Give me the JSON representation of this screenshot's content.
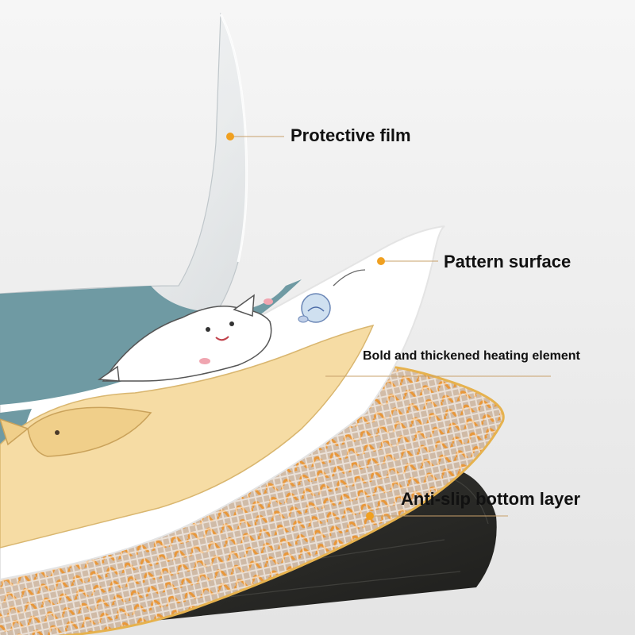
{
  "callouts": {
    "protective_film": "Protective film",
    "pattern_surface": "Pattern surface",
    "heating_element": "Bold and thickened heating element",
    "anti_slip_bottom": "Anti-slip bottom layer"
  },
  "colors": {
    "background": "#f1f1f1",
    "accent_dot": "#f0a020",
    "pattern_teal": "#6f9aa3",
    "pattern_cream": "#f6dca4",
    "heating_orange": "#e8973a",
    "bottom_layer": "#262624"
  },
  "icons": [
    "cat-illustration",
    "fish-illustration",
    "fish-bowl-illustration"
  ]
}
